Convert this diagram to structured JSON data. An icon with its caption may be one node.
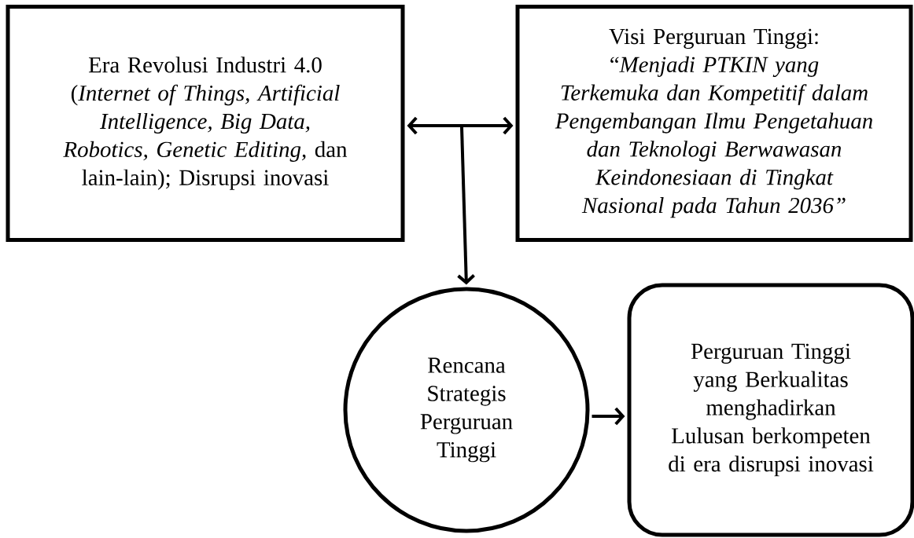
{
  "diagram": {
    "nodes": [
      {
        "text": [
          "Era Revolusi Industri 4.0 (*Internet of Things, Artificial Intelligence, Big Data, Robotics, Genetic Editing,* dan lain-lain); Disrupsi inovasi"
        ]
      },
      {
        "text": [
          "Visi Perguruan Tinggi:",
          "“*Menjadi PTKIN yang Terkemuka dan Kompetitif dalam Pengembangan Ilmu Pengetahuan dan Teknologi Berwawasan Keindonesiaan di Tingkat Nasional pada Tahun 2036”*"
        ]
      },
      {
        "text": [
          "Rencana Strategis Perguruan Tinggi"
        ]
      },
      {
        "text": [
          "Perguruan Tinggi yang Berkualitas menghadirkan Lulusan berkompeten di era disrupsi inovasi"
        ]
      }
    ],
    "edges": [
      {
        "from": 0,
        "to": 1,
        "arrow": "both"
      },
      {
        "from": null,
        "to": 2,
        "arrow": "to"
      },
      {
        "from": 2,
        "to": 3,
        "arrow": "to"
      }
    ]
  }
}
